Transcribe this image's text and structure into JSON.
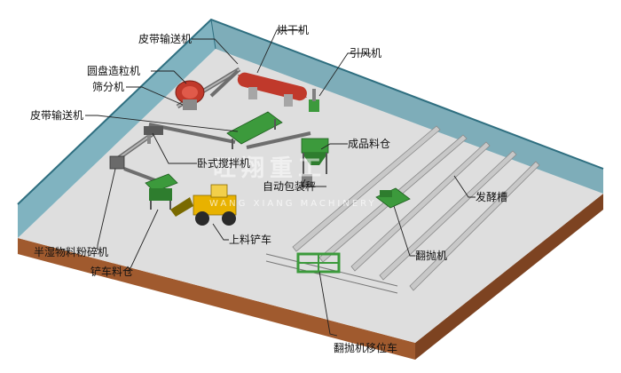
{
  "labels": {
    "belt_conveyor_top": "皮带输送机",
    "dryer": "烘干机",
    "induced_fan": "引风机",
    "disc_granulator": "圆盘造粒机",
    "screening_machine": "筛分机",
    "belt_conveyor_left": "皮带输送机",
    "finished_product_bin": "成品料仓",
    "horizontal_mixer": "卧式搅拌机",
    "auto_packing_scale": "自动包装秤",
    "fermentation_tank": "发酵槽",
    "loader": "上料铲车",
    "turner": "翻抛机",
    "crusher": "半湿物料粉碎机",
    "loader_bin": "铲车料仓",
    "turner_shift_car": "翻抛机移位车"
  },
  "watermark": {
    "cn": "旺翔重工",
    "en": "WANG XIANG MACHINERY"
  },
  "colors": {
    "wall": "#5e99a8",
    "wall_top": "#2f6f80",
    "floor": "#dcdcdc",
    "soil_front": "#a05a2e",
    "soil_side": "#7d4321",
    "machine_green": "#3c9a3c",
    "dryer_red": "#c0392b",
    "loader_yellow": "#e8b200",
    "frame_gray": "#7f7f7f"
  }
}
